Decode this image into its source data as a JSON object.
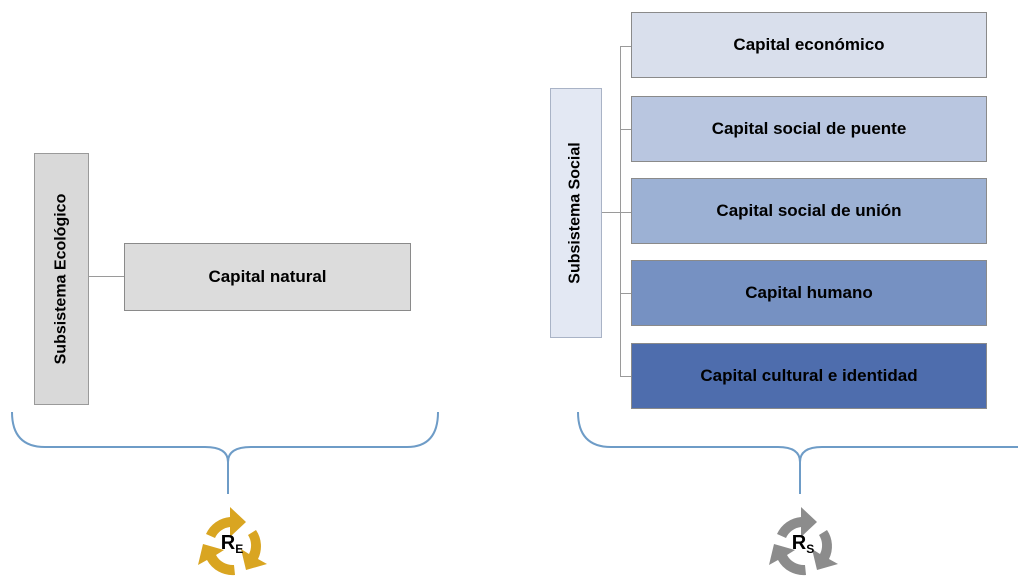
{
  "ecological": {
    "title": "Subsistema Ecológico",
    "capitals": [
      "Capital natural"
    ],
    "resilience": {
      "letter": "R",
      "subscript": "E",
      "color": "#D9A521"
    }
  },
  "social": {
    "title": "Subsistema Social",
    "capitals": [
      "Capital económico",
      "Capital social de puente",
      "Capital social de unión",
      "Capital humano",
      "Capital cultural e identidad"
    ],
    "capital_colors": [
      "#D9DFEC",
      "#B9C6E0",
      "#9CB1D4",
      "#7691C2",
      "#4E6DAD"
    ],
    "resilience": {
      "letter": "R",
      "subscript": "S",
      "color": "#8C8C8C"
    }
  },
  "colors": {
    "brace": "#6E9CC7",
    "ecological_subsystem_fill": "#D9D9D9",
    "social_subsystem_fill": "#E3E8F3"
  }
}
